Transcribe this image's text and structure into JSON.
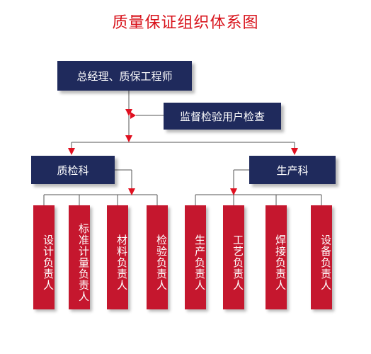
{
  "title": "质量保证组织体系图",
  "top": "总经理、质保工程师",
  "monitor": "监督检验用户检查",
  "left_dept": "质检科",
  "right_dept": "生产科",
  "left_roles": [
    "设计负责人",
    "标准计量负责人",
    "材料负责人",
    "检验负责人"
  ],
  "right_roles": [
    "生产负责人",
    "工艺负责人",
    "焊接负责人",
    "设备负责人"
  ],
  "colors": {
    "navy": "#1f2a5c",
    "red": "#c5172e",
    "title": "#d8121a",
    "arrow": "#e01020"
  }
}
